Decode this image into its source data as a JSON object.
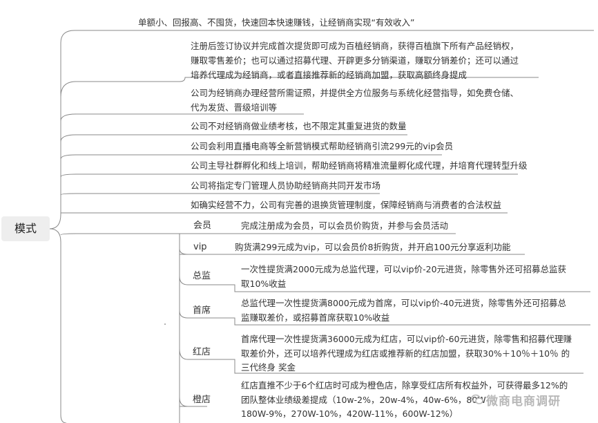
{
  "root": {
    "label": "模式"
  },
  "branches": [
    {
      "lines": [
        "单额小、回报高、不囤货，快速回本快速赚钱，让经销商实现“有效收入”"
      ]
    },
    {
      "lines": [
        "注册后签订协议并完成首次提货即可成为百植经销商，获得百植旗下所有产品经销权，",
        "赚取零售差价；也可以通过招募代理、开辟更多分销渠道，赚取分销差价；还可以通过",
        "培养代理成为经销商，或者直接推荐新的经销商加盟，获取高额终身提成"
      ]
    },
    {
      "lines": [
        "公司为经销商办理经营所需证照，并提供全方位服务与系统化经营指导，如免费仓储、",
        "代为发货、晋级培训等"
      ]
    },
    {
      "lines": [
        "公司不对经销商做业绩考核，也不限定其重复进货的数量"
      ]
    },
    {
      "lines": [
        "公司会利用直播电商等全新营销模式帮助经销商引流299元的vip会员"
      ]
    },
    {
      "lines": [
        "公司主导社群孵化和线上培训，帮助经销商将精准流量孵化成代理，并培育代理转型升级"
      ]
    },
    {
      "lines": [
        "公司将指定专门管理人员协助经销商共同开发市场"
      ]
    },
    {
      "lines": [
        "如确实经营不力，公司有完善的退换货管理制度，保障经销商与消费者的合法权益"
      ]
    }
  ],
  "levels": [
    {
      "label": "会员",
      "lines": [
        "完成注册成为会员，可以会员价购货，并参与会员活动"
      ]
    },
    {
      "label": "vip",
      "lines": [
        "购货满299元成为vip，可以会员价8折购货，并开启100元分享返利功能"
      ]
    },
    {
      "label": "总监",
      "lines": [
        "一次性提货满2000元成为总监代理，可以vip价-20元进货，除零售外还可招募总监获",
        "取10%收益"
      ]
    },
    {
      "label": "首席",
      "lines": [
        "总监代理一次性提货满8000元成为首席，可以vip价-40元进货，除零售外还可招募总",
        "监赚取差价，或招募首席获取10%收益"
      ]
    },
    {
      "label": "红店",
      "lines": [
        "首席代理一次性提货满36000元成为红店，可以vip价-60元进货，除零售和招募代理赚",
        "取差价外，还可以培养代理成为红店或推荐新的红店加盟，获取30%＋10％＋10％ 的",
        "三代终身 奖金"
      ]
    },
    {
      "label": "橙店",
      "lines": [
        "红店直推不少于6个红店时可成为橙色店，除享受红店所有权益外，可获得最多12%的",
        "团队整体业绩级差提成（10w-2%，20w-4%，40w-6%，80W",
        "180W-9%，270W-10%，420W-11%，600W-12%）"
      ]
    }
  ],
  "watermark": {
    "text": "微商电商调研"
  },
  "colors": {
    "line": "#888888",
    "root_bg": "#eeeeee",
    "text": "#333333",
    "watermark": "#b8b8b8"
  }
}
